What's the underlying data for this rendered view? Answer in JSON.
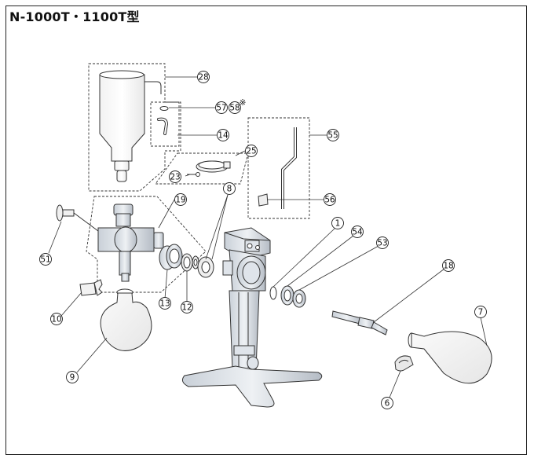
{
  "title": "N-1000T・1100T型",
  "note_mark": "※",
  "parts": {
    "p28": "28",
    "p57": "57",
    "p58": "58",
    "p14": "14",
    "p25": "25",
    "p23": "23",
    "p55": "55",
    "p56": "56",
    "p8": "8",
    "p19": "19",
    "p51": "51",
    "p10": "10",
    "p13": "13",
    "p12": "12",
    "p9": "9",
    "p1": "1",
    "p54": "54",
    "p53": "53",
    "p18": "18",
    "p7": "7",
    "p6": "6"
  }
}
